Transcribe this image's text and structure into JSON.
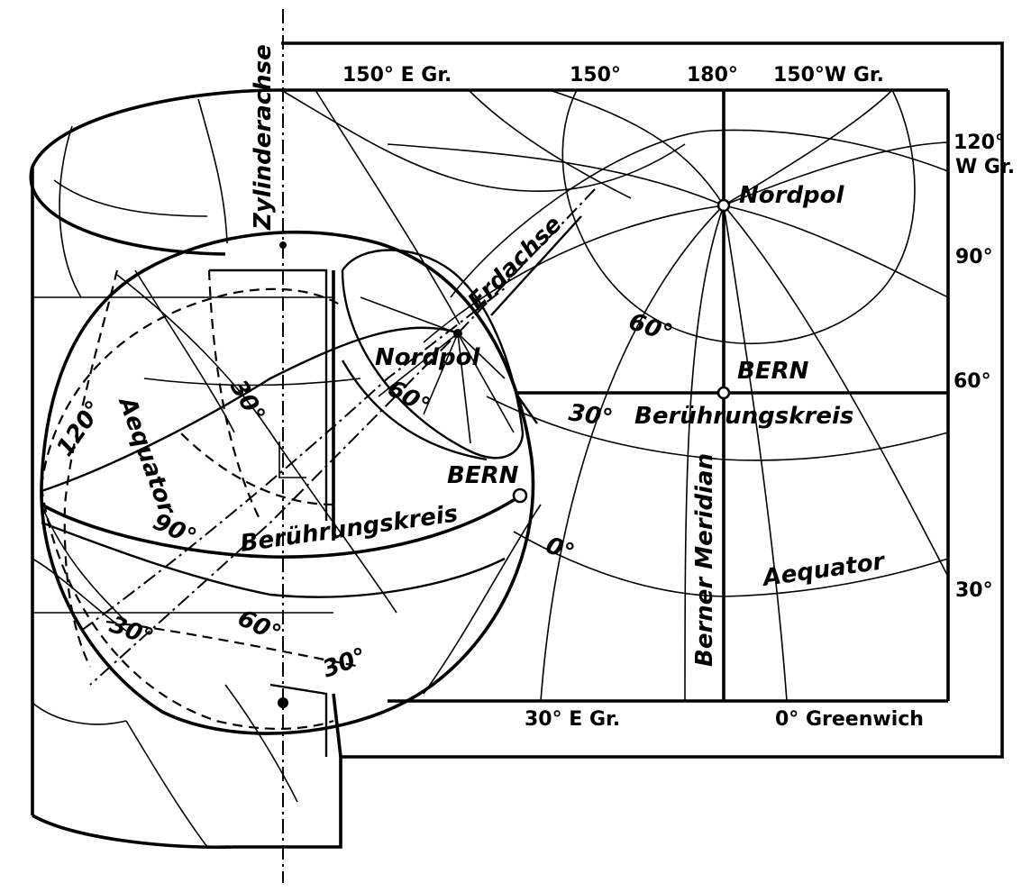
{
  "map_labels": {
    "lon_150_e": "150° E Gr.",
    "lon_150": "150°",
    "lon_180": "180°",
    "lon_150_w": "150°W Gr.",
    "lat_120_w_a": "120°",
    "lat_120_w_b": "W Gr.",
    "lat_90": "90°",
    "lat_60": "60°",
    "lat_30": "30°",
    "nordpol": "Nordpol",
    "bern": "BERN",
    "circle_60": "60°",
    "circle_30": "30°",
    "beruehrungskreis": "Berührungskreis",
    "berner_meridian": "Berner Meridian",
    "aequator": "Aequator",
    "lon_30_e": "30° E Gr.",
    "greenwich": "0° Greenwich"
  },
  "globe_labels": {
    "zylinderachse": "Zylinderachse",
    "erdachse": "Erdachse",
    "nordpol": "Nordpol",
    "lat_60": "60°",
    "lat_30_a": "30°",
    "lat_120": "120°",
    "aequator": "Aequator",
    "lat_90": "90°",
    "bern": "BERN",
    "beruehrungskreis": "Berührungskreis",
    "lat_0": "0°",
    "lat_30_b": "30°",
    "lat_60_b": "60°",
    "lat_30_c": "30°"
  }
}
